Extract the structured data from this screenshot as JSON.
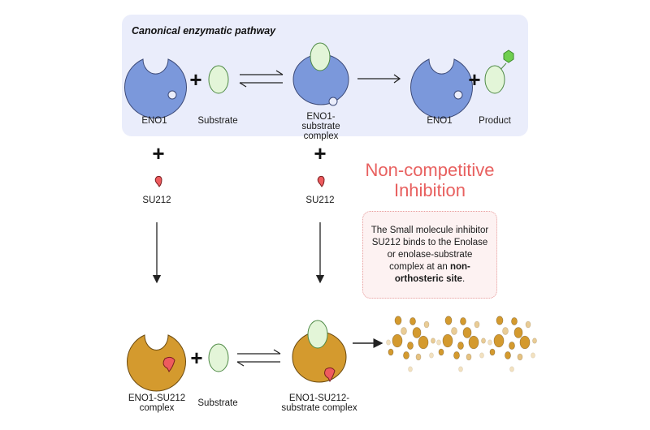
{
  "canonical_panel": {
    "title": "Canonical enzymatic pathway",
    "labels": {
      "eno1_left": "ENO1",
      "substrate": "Substrate",
      "complex_line1": "ENO1-",
      "complex_line2": "substrate",
      "complex_line3": "complex",
      "eno1_right": "ENO1",
      "product": "Product"
    }
  },
  "inhibitor": {
    "left_label": "SU212",
    "right_label": "SU212"
  },
  "heading": {
    "line1": "Non-competitive",
    "line2": "Inhibition"
  },
  "note": {
    "text_plain": "The Small molecule inhibitor SU212 binds to the Enolase or enolase-substrate complex at an ",
    "text_bold": "non-orthosteric site",
    "text_end": "."
  },
  "inhibited_row": {
    "complex_line1": "ENO1-SU212",
    "complex_line2": "complex",
    "substrate": "Substrate",
    "ternary_line1": "ENO1-SU212-",
    "ternary_line2": "substrate complex"
  },
  "symbols": {
    "plus": "+"
  },
  "colors": {
    "enzyme_blue": "#7b98db",
    "enzyme_gold": "#d49a2e",
    "substrate_green": "#e3f5d8",
    "product_tag": "#6fcf4f",
    "inhibitor_red": "#ee5b5e",
    "heading_red": "#e8605f",
    "panel_bg": "#eaedfb"
  }
}
